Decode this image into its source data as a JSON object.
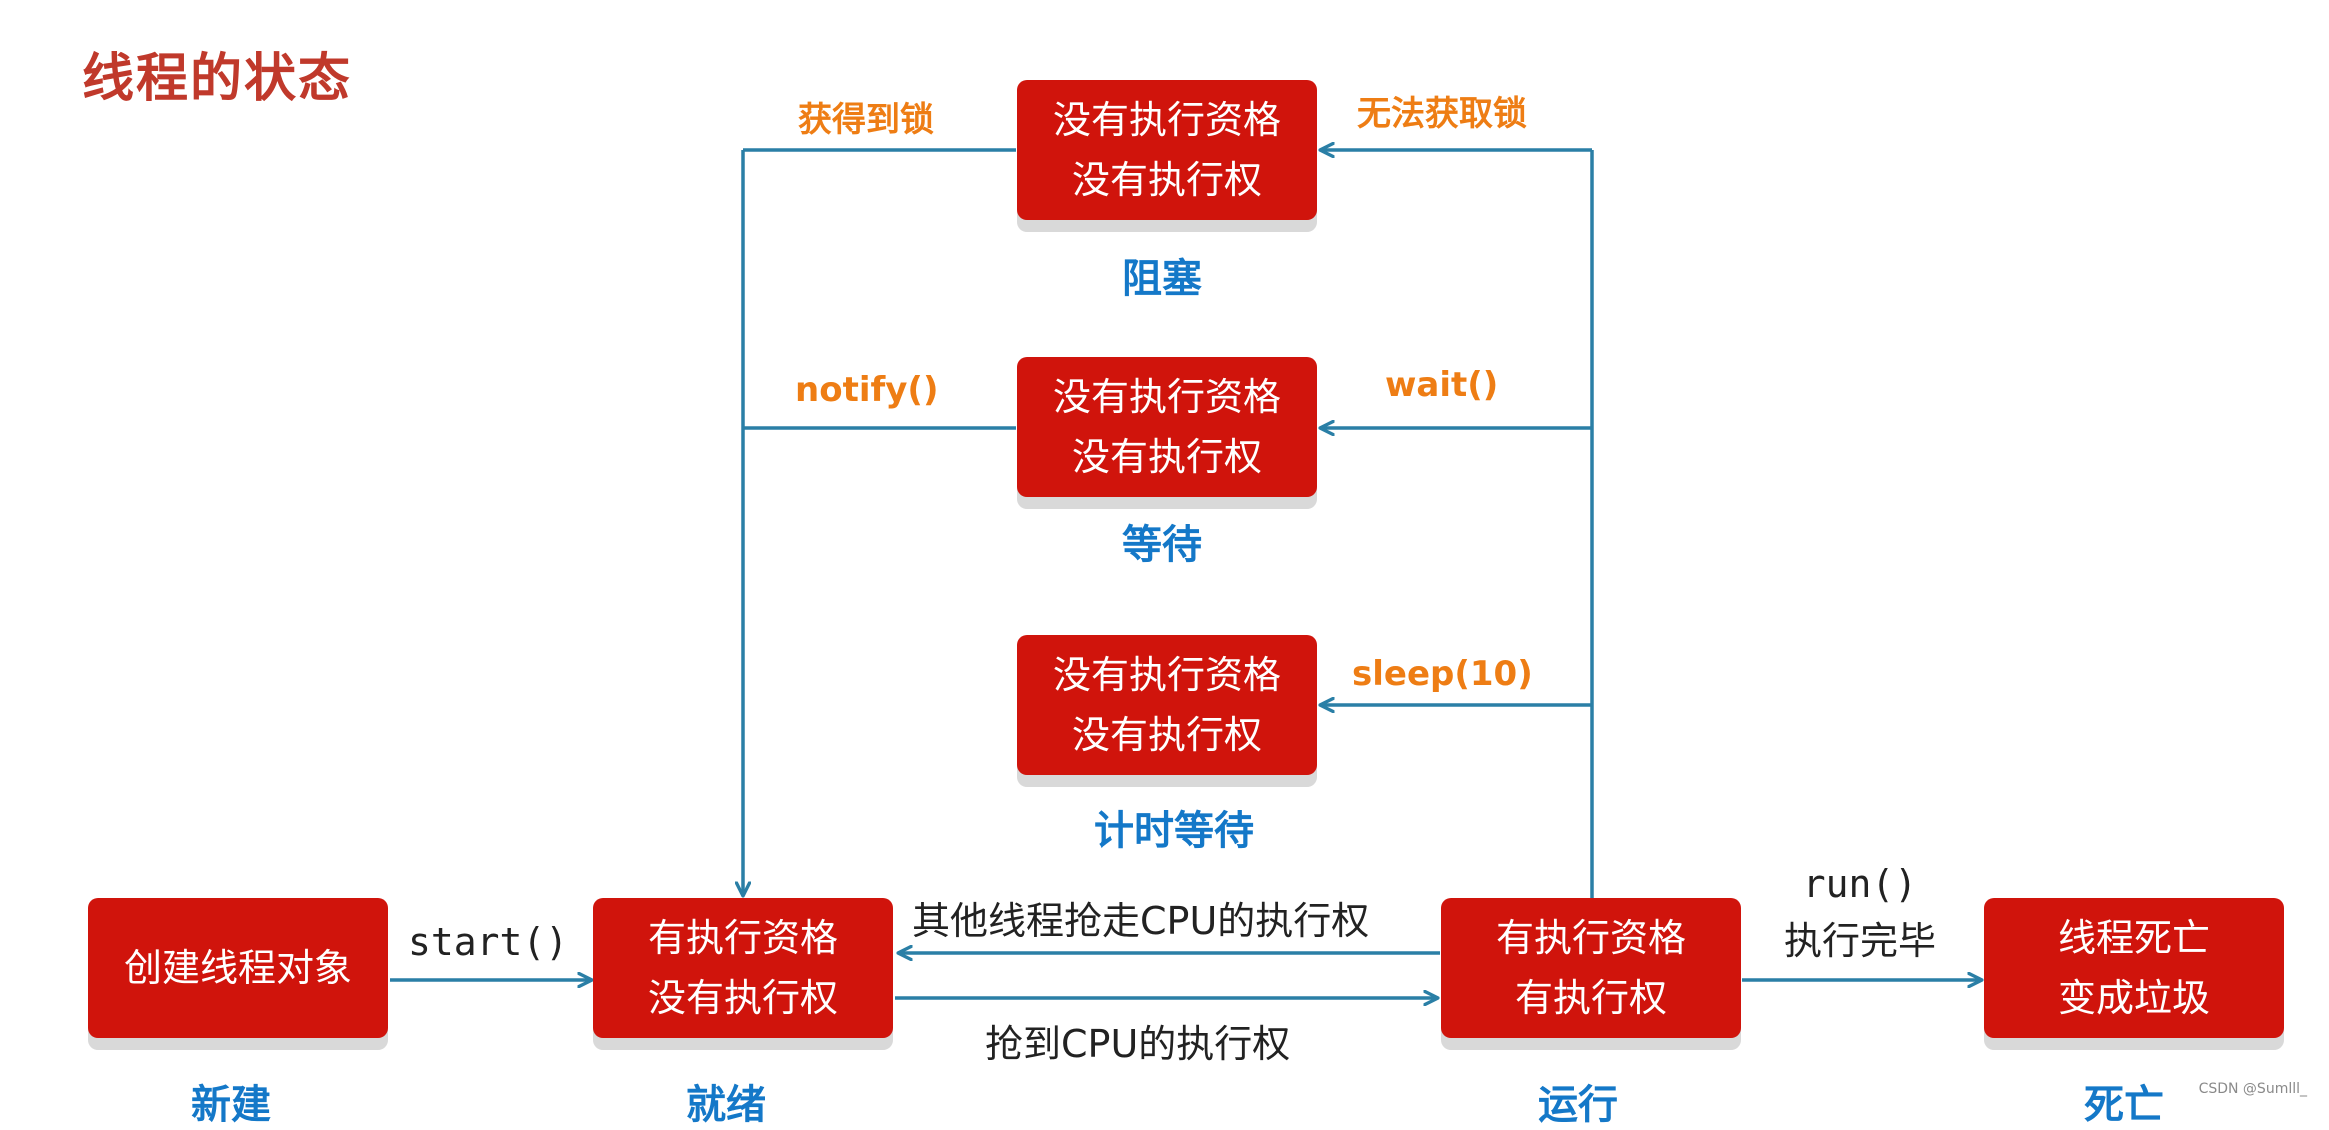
{
  "title": "线程的状态",
  "colors": {
    "box_fill": "#d0140c",
    "box_text": "#ffffff",
    "state_label": "#1478c8",
    "transition_label": "#ee7d14",
    "arrow": "#2a7fa6",
    "title": "#c0392b"
  },
  "states": {
    "new": {
      "line1": "创建线程对象",
      "label": "新建"
    },
    "ready": {
      "line1": "有执行资格",
      "line2": "没有执行权",
      "label": "就绪"
    },
    "running": {
      "line1": "有执行资格",
      "line2": "有执行权",
      "label": "运行"
    },
    "dead": {
      "line1": "线程死亡",
      "line2": "变成垃圾",
      "label": "死亡"
    },
    "blocked": {
      "line1": "没有执行资格",
      "line2": "没有执行权",
      "label": "阻塞"
    },
    "waiting": {
      "line1": "没有执行资格",
      "line2": "没有执行权",
      "label": "等待"
    },
    "timed_waiting": {
      "line1": "没有执行资格",
      "line2": "没有执行权",
      "label": "计时等待"
    }
  },
  "transitions": {
    "start": "start()",
    "preempted": "其他线程抢走CPU的执行权",
    "got_cpu": "抢到CPU的执行权",
    "run_done_1": "run()",
    "run_done_2": "执行完毕",
    "got_lock": "获得到锁",
    "no_lock": "无法获取锁",
    "notify": "notify()",
    "wait": "wait()",
    "sleep": "sleep(10)"
  },
  "watermark": "CSDN @Sumlll_"
}
